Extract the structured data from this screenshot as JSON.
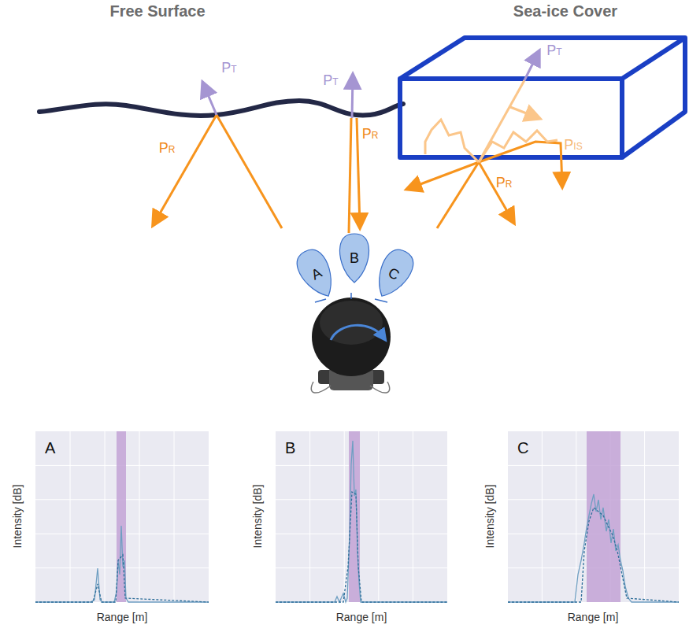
{
  "diagram": {
    "nodes": [
      {
        "text": [
          "A"
        ]
      },
      {
        "text": [
          "B"
        ]
      },
      {
        "text": [
          "C"
        ]
      },
      {
        "text": [
          "A"
        ]
      },
      {
        "text": [
          "B"
        ]
      },
      {
        "text": [
          "C"
        ]
      }
    ],
    "labels": [
      "Free Surface",
      "Sea-ice Cover",
      "PT",
      "PR",
      "PT",
      "PR",
      "PT",
      "PIS",
      "PR",
      "Intensity [dB]",
      "Range [m]",
      "Intensity [dB]",
      "Range [m]",
      "Intensity [dB]",
      "Range [m]"
    ]
  }
}
